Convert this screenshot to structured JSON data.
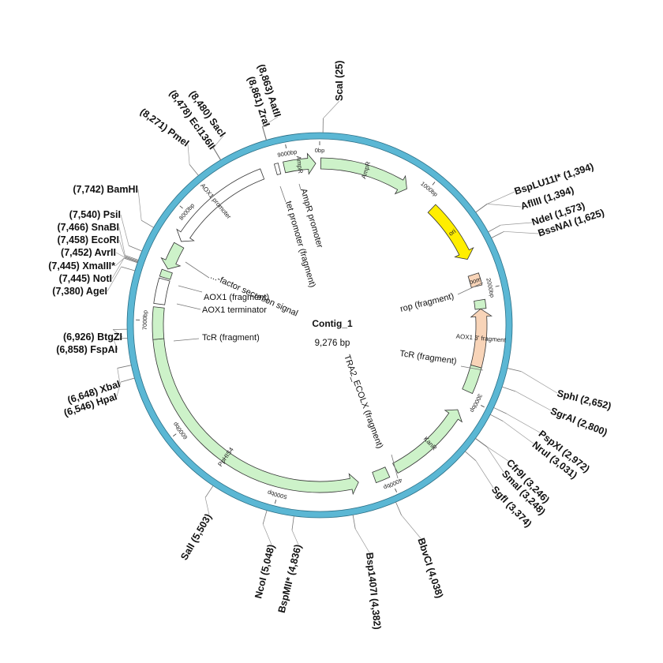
{
  "plasmid": {
    "name": "Contig_1",
    "length_label": "9,276 bp",
    "length": 9276,
    "backbone_color": "#5bb7d4"
  },
  "ticks": [
    {
      "pos": 0,
      "label": "0bp"
    },
    {
      "pos": 1000,
      "label": "1000bp"
    },
    {
      "pos": 2000,
      "label": "2000bp"
    },
    {
      "pos": 3000,
      "label": "3000bp"
    },
    {
      "pos": 4000,
      "label": "4000bp"
    },
    {
      "pos": 5000,
      "label": "5000bp"
    },
    {
      "pos": 6000,
      "label": "6000bp"
    },
    {
      "pos": 7000,
      "label": "7000bp"
    },
    {
      "pos": 8000,
      "label": "8000bp"
    },
    {
      "pos": 9000,
      "label": "9000bp"
    }
  ],
  "sites": [
    {
      "pos": 25,
      "label": "ScaI (25)"
    },
    {
      "pos": 1394,
      "label": "BspLU11I* (1,394)"
    },
    {
      "pos": 1394,
      "label": "AflIII (1,394)"
    },
    {
      "pos": 1573,
      "label": "NdeI (1,573)"
    },
    {
      "pos": 1625,
      "label": "BssNAI (1,625)"
    },
    {
      "pos": 2652,
      "label": "SphI (2,652)"
    },
    {
      "pos": 2800,
      "label": "SgrAI (2,800)"
    },
    {
      "pos": 2972,
      "label": "PspXI (2,972)"
    },
    {
      "pos": 3031,
      "label": "NruI (3,031)"
    },
    {
      "pos": 3246,
      "label": "Cfr9I (3,246)"
    },
    {
      "pos": 3248,
      "label": "SmaI (3,248)"
    },
    {
      "pos": 3374,
      "label": "SgfI (3,374)"
    },
    {
      "pos": 4038,
      "label": "BbvCI (4,038)"
    },
    {
      "pos": 4382,
      "label": "Bsp1407I (4,382)"
    },
    {
      "pos": 4836,
      "label": "BspMII* (4,836)"
    },
    {
      "pos": 5048,
      "label": "NcoI (5,048)"
    },
    {
      "pos": 5503,
      "label": "SalI (5,503)"
    },
    {
      "pos": 6546,
      "label": "(6,546) HpaI"
    },
    {
      "pos": 6648,
      "label": "(6,648) XbaI"
    },
    {
      "pos": 6858,
      "label": "(6,858) FspAI"
    },
    {
      "pos": 6926,
      "label": "(6,926) BtgZI"
    },
    {
      "pos": 7380,
      "label": "(7,380) AgeI"
    },
    {
      "pos": 7445,
      "label": "(7,445) NotI"
    },
    {
      "pos": 7445,
      "label": "(7,445) XmaIII*"
    },
    {
      "pos": 7452,
      "label": "(7,452) AvrII"
    },
    {
      "pos": 7458,
      "label": "(7,458) EcoRI"
    },
    {
      "pos": 7466,
      "label": "(7,466) SnaBI"
    },
    {
      "pos": 7540,
      "label": "(7,540) PsiI"
    },
    {
      "pos": 7742,
      "label": "(7,742) BamHI"
    },
    {
      "pos": 8271,
      "label": "(8,271) PmeI"
    },
    {
      "pos": 8478,
      "label": "(8,478) Ecl136II"
    },
    {
      "pos": 8480,
      "label": "(8,480) SacI"
    },
    {
      "pos": 8861,
      "label": "(8,861) ZraI"
    },
    {
      "pos": 8863,
      "label": "(8,863) AatII"
    }
  ],
  "arrows": [
    {
      "name": "AmpR",
      "label": "AmpR",
      "start": 8950,
      "end": 9240,
      "dir": "cw",
      "color": "#cdf2c9"
    },
    {
      "name": "AmpR",
      "label": "AmpR",
      "start": 10,
      "end": 840,
      "dir": "cw",
      "color": "#cdf2c9"
    },
    {
      "name": "ori",
      "label": "ori",
      "start": 1130,
      "end": 1700,
      "dir": "cw",
      "color": "#ffee00"
    },
    {
      "name": "bom",
      "label": "bom",
      "start": 1850,
      "end": 1960,
      "dir": "none",
      "color": "#f8d4b8"
    },
    {
      "name": "rop (fragment)",
      "label": "",
      "start": 2090,
      "end": 2170,
      "dir": "none",
      "color": "#cdf2c9"
    },
    {
      "name": "AOX1 3' fragment",
      "label": "AOX1 3' fragment",
      "start": 2170,
      "end": 2700,
      "dir": "ccw",
      "color": "#f8d4b8"
    },
    {
      "name": "TcR (fragment)",
      "label": "",
      "start": 2700,
      "end": 2940,
      "dir": "none",
      "color": "#cdf2c9"
    },
    {
      "name": "KanR",
      "label": "KanR",
      "start": 3130,
      "end": 3920,
      "dir": "ccw",
      "color": "#cdf2c9"
    },
    {
      "name": "TRA2_ECOLX (fragment)",
      "label": "",
      "start": 4000,
      "end": 4130,
      "dir": "none",
      "color": "#cdf2c9"
    },
    {
      "name": "PpHIS4",
      "label": "PpHIS4",
      "start": 4280,
      "end": 6830,
      "dir": "ccw",
      "color": "#cdf2c9"
    },
    {
      "name": "TcR (fragment)",
      "label": "",
      "start": 6830,
      "end": 7120,
      "dir": "none",
      "color": "#cdf2c9"
    },
    {
      "name": "AOX1 terminator",
      "label": "",
      "start": 7150,
      "end": 7380,
      "dir": "none",
      "color": "#ffffff"
    },
    {
      "name": "AOX1 (fragment)",
      "label": "",
      "start": 7395,
      "end": 7460,
      "dir": "none",
      "color": "#cdf2c9"
    },
    {
      "name": "factor secretion signal",
      "label": "",
      "start": 7480,
      "end": 7720,
      "dir": "ccw",
      "color": "#cdf2c9"
    },
    {
      "name": "AOX1 promoter",
      "label": "AOX1 promoter",
      "start": 7760,
      "end": 8740,
      "dir": "ccw",
      "color": "#ffffff"
    },
    {
      "name": "tet promoter (fragment)",
      "label": "",
      "start": 8870,
      "end": 8905,
      "dir": "none",
      "color": "#ffffff"
    }
  ],
  "features": [
    {
      "text": "AmpR promoter"
    },
    {
      "text": "tet promoter (fragment)"
    },
    {
      "text": "...-factor secretion signal"
    },
    {
      "text": "AOX1 (fragment)"
    },
    {
      "text": "AOX1 terminator"
    },
    {
      "text": "TcR (fragment)"
    },
    {
      "text": "rop (fragment)"
    },
    {
      "text": "TcR (fragment)"
    },
    {
      "text": "TRA2_ECOLX (fragment)"
    }
  ]
}
